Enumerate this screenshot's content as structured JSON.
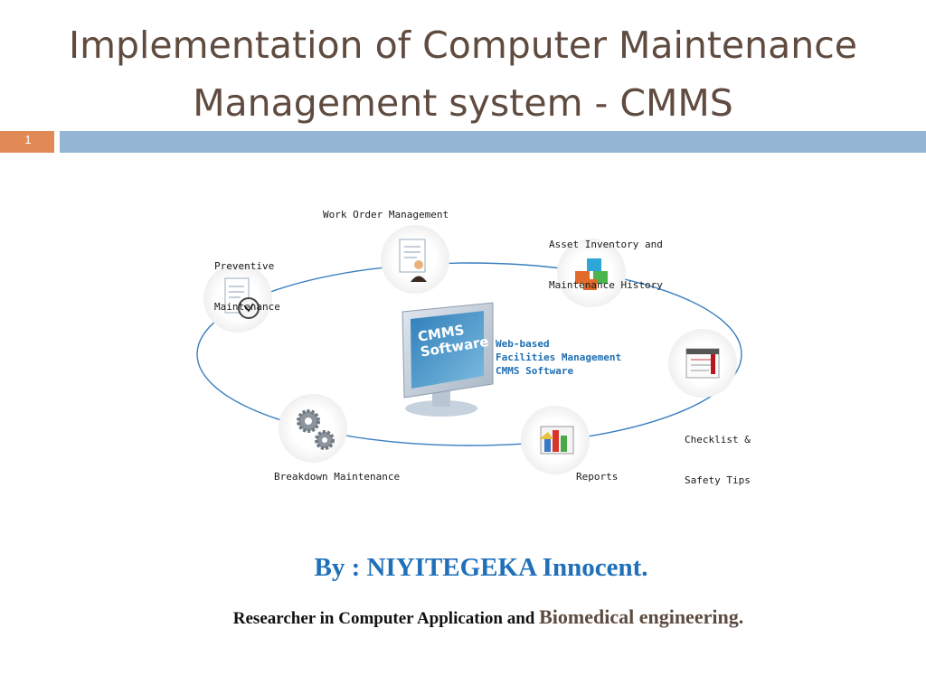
{
  "slide": {
    "title_line1": "Implementation of Computer Maintenance",
    "title_line2": "Management system - CMMS",
    "number": "1"
  },
  "diagram": {
    "center_monitor_line1": "CMMS",
    "center_monitor_line2": "Software",
    "center_desc": [
      "Web-based",
      "Facilities Management",
      "CMMS Software"
    ],
    "nodes": {
      "work_order": "Work Order Management",
      "asset": [
        "Asset Inventory and",
        "Maintenance History"
      ],
      "preventive": [
        "Preventive",
        "Maintenance"
      ],
      "checklist": [
        "Checklist &",
        "Safety Tips"
      ],
      "breakdown": "Breakdown Maintenance",
      "reports": "Reports"
    },
    "icons": {
      "work_order": "document-person-icon",
      "asset": "cubes-icon",
      "preventive": "document-clock-icon",
      "checklist": "calendar-notepad-icon",
      "breakdown": "gears-icon",
      "reports": "bar-chart-icon"
    }
  },
  "author": {
    "byline": "By : NIYITEGEKA Innocent.",
    "role_part1": "Researcher in Computer Application and ",
    "role_part2": "Biomedical engineering."
  },
  "colors": {
    "title": "#5f4b3f",
    "header_bar": "#94b6d4",
    "slide_number_box": "#e28a56",
    "byline": "#1f70b8",
    "center_desc": "#1f6fb2"
  }
}
